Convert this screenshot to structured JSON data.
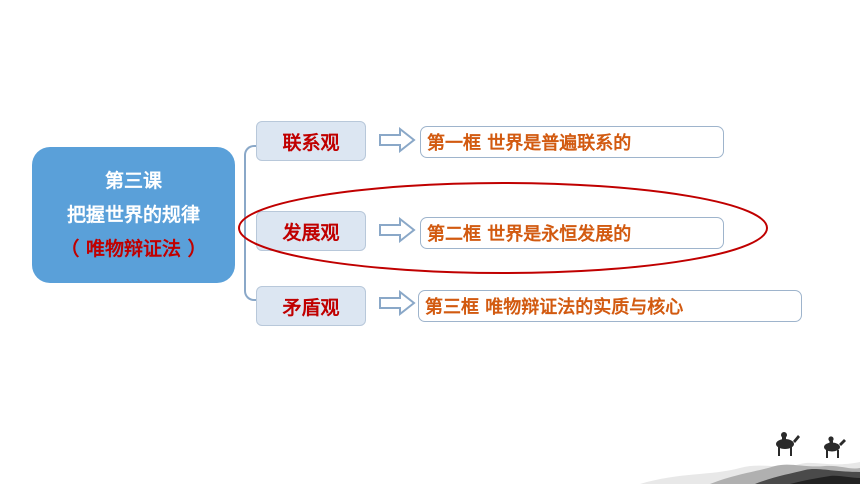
{
  "main": {
    "line1": "第三课",
    "line2": "把握世界的规律",
    "line3": "（ 唯物辩证法 ）"
  },
  "concepts": [
    {
      "label": "联系观"
    },
    {
      "label": "发展观"
    },
    {
      "label": "矛盾观"
    }
  ],
  "lessons": [
    {
      "label": "第一框  世界是普遍联系的"
    },
    {
      "label": "第二框  世界是永恒发展的"
    },
    {
      "label": "第三框  唯物辩证法的实质与核心"
    }
  ],
  "colors": {
    "main_box": "#5aa0d9",
    "concept_text": "#c00000",
    "lesson_text": "#d25a10",
    "highlight_ellipse": "#c00000"
  }
}
